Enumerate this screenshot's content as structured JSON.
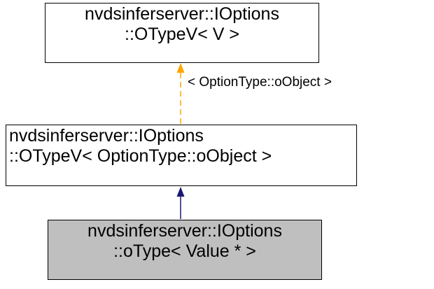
{
  "diagram": {
    "type": "class-template-inheritance-graph",
    "nodes": {
      "otypev_v": {
        "line1": "nvdsinferserver::IOptions",
        "line2": "::OTypeV< V >",
        "fill": "#ffffff"
      },
      "otypev_optiontype_oobject": {
        "line1": "nvdsinferserver::IOptions",
        "line2": "::OTypeV< OptionType::oObject >",
        "fill": "#ffffff"
      },
      "otype_value": {
        "line1": "nvdsinferserver::IOptions",
        "line2": "::oType< Value * >",
        "fill": "#bfbfbf"
      }
    },
    "edges": {
      "template_instantiation": {
        "label": "< OptionType::oObject >",
        "style": "dashed",
        "color": "#ffa500"
      },
      "inheritance": {
        "label": "",
        "style": "solid",
        "color": "#191970"
      }
    },
    "colors": {
      "node_border": "#000000",
      "node_fill": "#ffffff",
      "current_node_fill": "#bfbfbf",
      "background": "#ffffff"
    }
  }
}
